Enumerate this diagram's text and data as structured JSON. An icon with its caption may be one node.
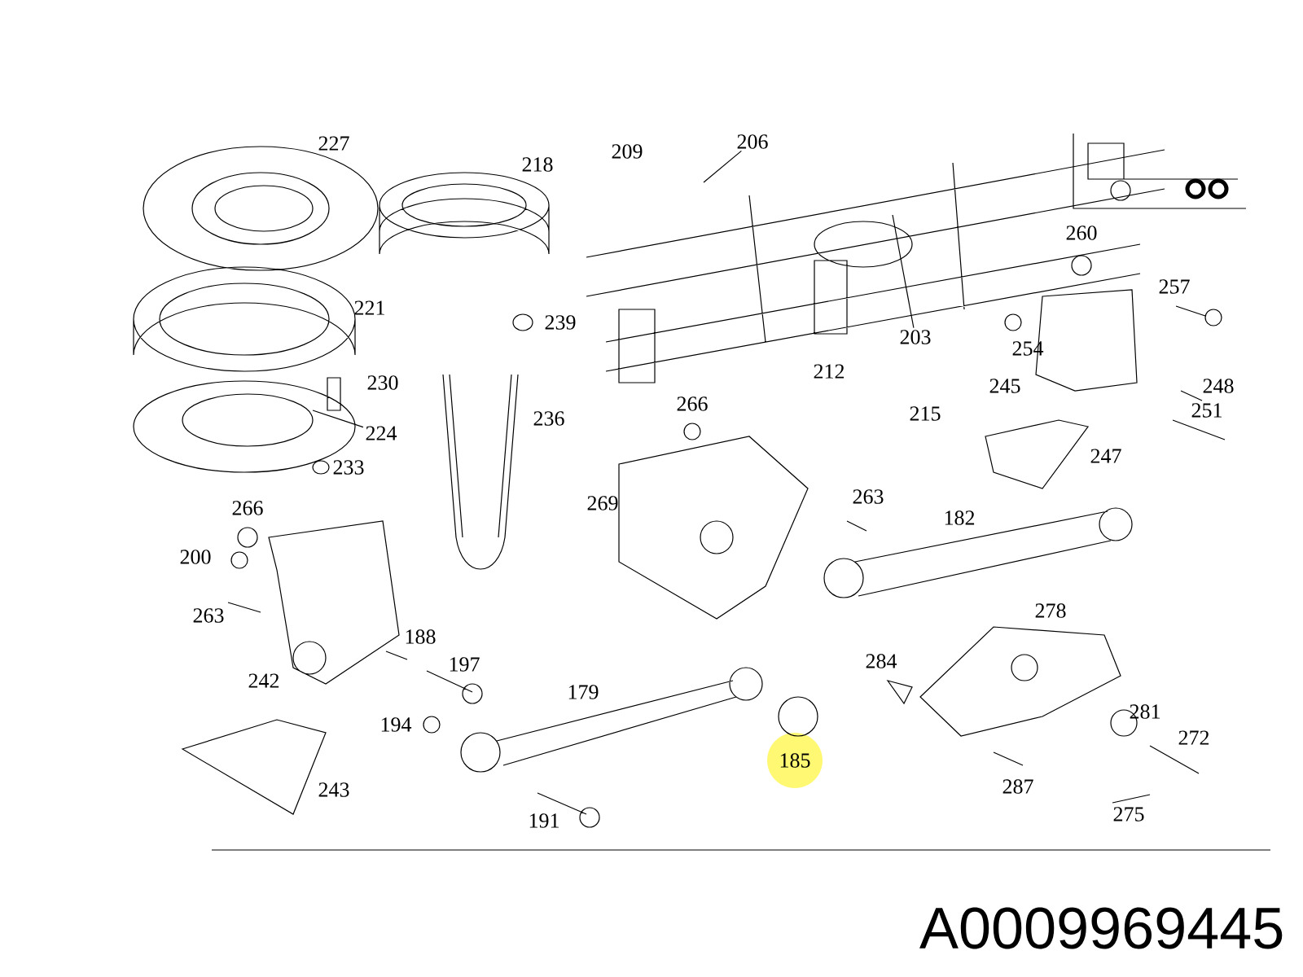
{
  "diagram": {
    "nodes": [
      {
        "text": [
          "206"
        ]
      },
      {
        "text": [
          "203"
        ]
      },
      {
        "text": [
          "224"
        ]
      }
    ],
    "edges": [
      {
        "from": 0,
        "to": null,
        "arrow": "none"
      },
      {
        "from": 1,
        "to": null,
        "arrow": "none"
      },
      {
        "from": 2,
        "to": null,
        "arrow": "none"
      }
    ],
    "labels": [
      "227",
      "218",
      "209",
      "260",
      "257",
      "221",
      "239",
      "254",
      "212",
      "215",
      "245",
      "248",
      "251",
      "230",
      "236",
      "266",
      "233",
      "247",
      "266",
      "263",
      "182",
      "269",
      "200",
      "263",
      "188",
      "278",
      "197",
      "242",
      "284",
      "179",
      "194",
      "281",
      "272",
      "185",
      "287",
      "243",
      "275",
      "191",
      "A0009969445"
    ]
  }
}
